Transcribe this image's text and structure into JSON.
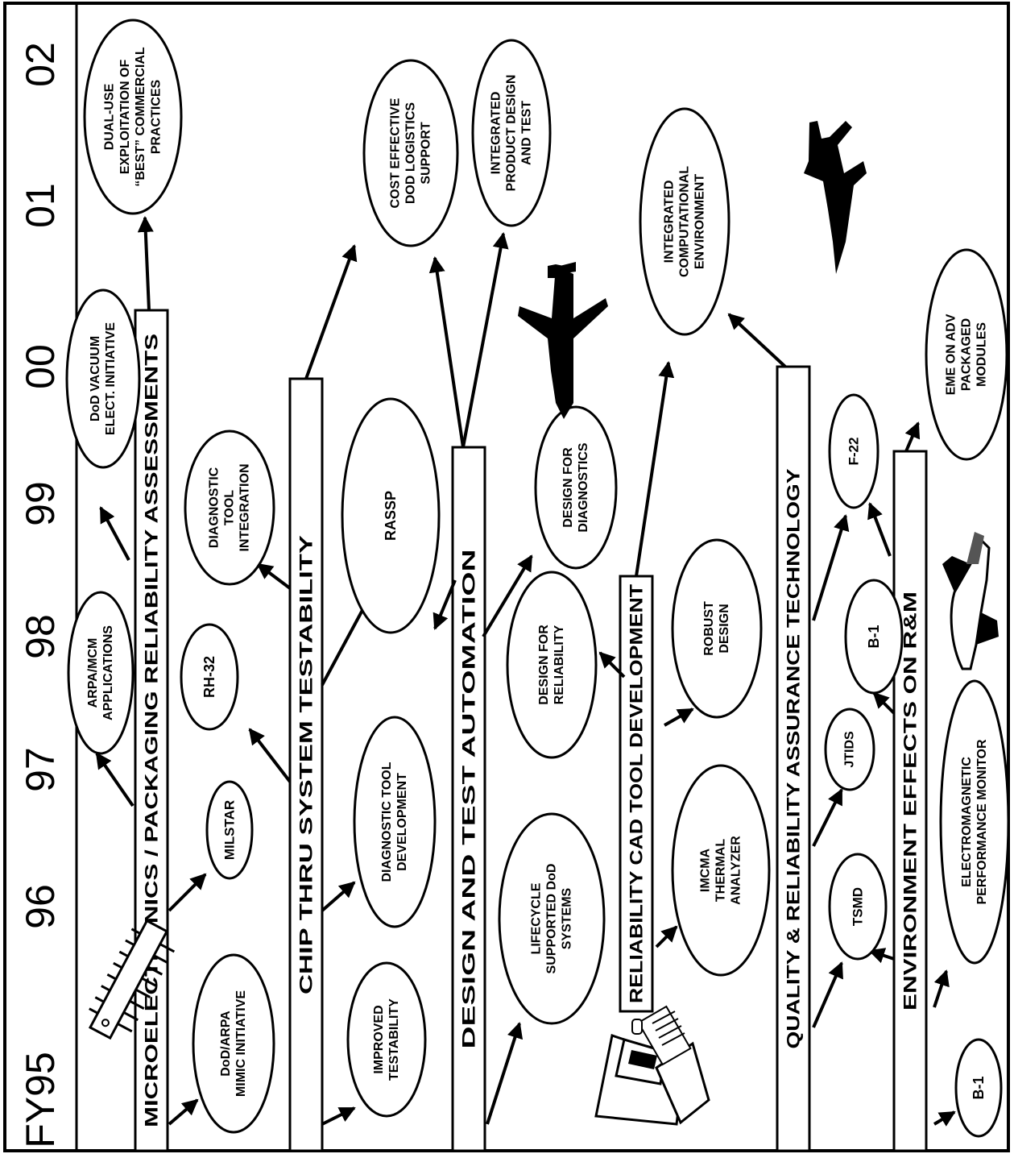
{
  "years": [
    "FY95",
    "96",
    "97",
    "98",
    "99",
    "00",
    "01",
    "02"
  ],
  "bars": {
    "microelectronics": "MICROELECTRONICS / PACKAGING RELIABILITY ASSESSMENTS",
    "chip_thru": "CHIP THRU SYSTEM TESTABILITY",
    "design_test": "DESIGN AND TEST AUTOMATION",
    "cad_tool": "RELIABILITY CAD TOOL DEVELOPMENT",
    "quality": "QUALITY & RELIABILITY ASSURANCE TECHNOLOGY",
    "environment": "ENVIRONMENT EFFECTS ON R&M"
  },
  "nodes": {
    "dod_arpa_mimic": [
      "DoD/ARPA",
      "MIMIC INITIATIVE"
    ],
    "milstar": [
      "MILSTAR"
    ],
    "arpa_mcm": [
      "ARPA/MCM",
      "APPLICATIONS"
    ],
    "dod_vacuum": [
      "DoD VACUUM",
      "ELECT. INITIATIVE"
    ],
    "dual_use": [
      "DUAL-USE",
      "EXPLOITATION OF",
      "“BEST” COMMERCIAL",
      "PRACTICES"
    ],
    "improved_testability": [
      "IMPROVED",
      "TESTABILITY"
    ],
    "rh32": [
      "RH-32"
    ],
    "diagnostic_tool_dev": [
      "DIAGNOSTIC TOOL",
      "DEVELOPMENT"
    ],
    "diagnostic_tool_int": [
      "DIAGNOSTIC",
      "TOOL",
      "INTEGRATION"
    ],
    "rassp": [
      "RASSP"
    ],
    "cost_effective": [
      "COST EFFECTIVE",
      "DOD LOGISTICS",
      "SUPPORT"
    ],
    "integrated_product": [
      "INTEGRATED",
      "PRODUCT DESIGN",
      "AND TEST"
    ],
    "lifecycle": [
      "LIFECYCLE",
      "SUPPORTED DoD",
      "SYSTEMS"
    ],
    "design_reliability": [
      "DESIGN FOR",
      "RELIABILITY"
    ],
    "design_diagnostics": [
      "DESIGN FOR",
      "DIAGNOSTICS"
    ],
    "imcma": [
      "IMCMA",
      "THERMAL",
      "ANALYZER"
    ],
    "robust": [
      "ROBUST",
      "DESIGN"
    ],
    "integrated_comp": [
      "INTEGRATED",
      "COMPUTATIONAL",
      "ENVIRONMENT"
    ],
    "tsmd": [
      "TSMD"
    ],
    "jtids": [
      "JTIDS"
    ],
    "b1_mid": [
      "B-1"
    ],
    "f22": [
      "F-22"
    ],
    "b1_low": [
      "B-1"
    ],
    "electromagnetic": [
      "ELECTROMAGNETIC",
      "PERFORMANCE MONITOR"
    ],
    "eme_adv": [
      "EME ON ADV",
      "PACKAGED",
      "MODULES"
    ]
  },
  "icons": [
    "microchip-icon",
    "jet-aircraft-icon",
    "jet-fighter-icon",
    "space-shuttle-icon",
    "computer-workstation-icon"
  ]
}
